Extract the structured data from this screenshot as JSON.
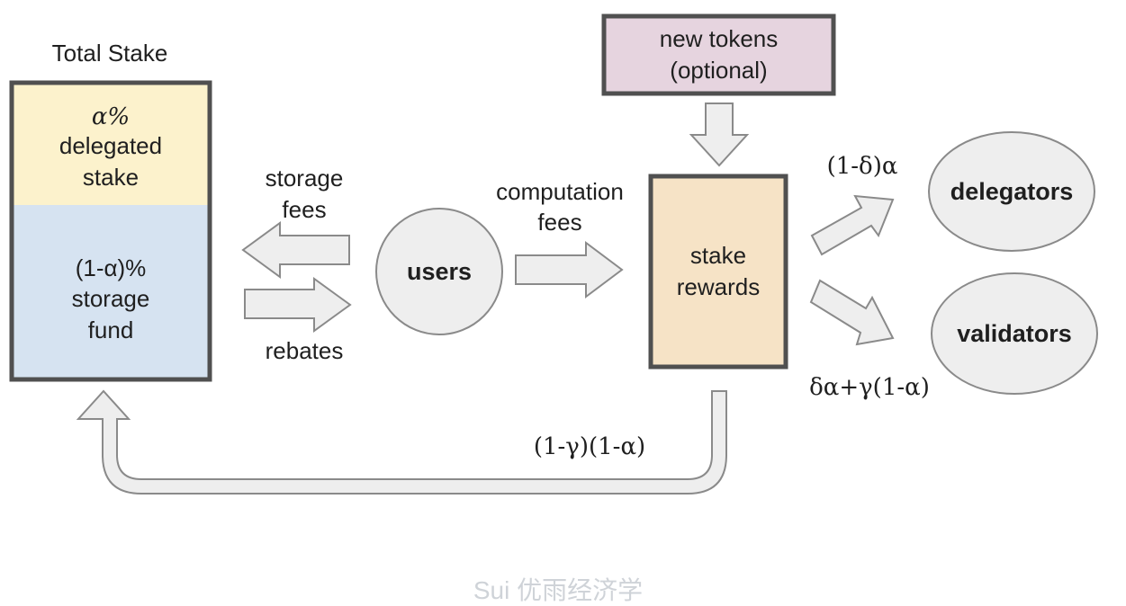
{
  "title": "Total Stake",
  "stake_box": {
    "delegated_line1": "α%",
    "delegated_line2": "delegated",
    "delegated_line3": "stake",
    "storage_line1": "(1-α)%",
    "storage_line2": "storage",
    "storage_line3": "fund"
  },
  "labels": {
    "storage_fees_line1": "storage",
    "storage_fees_line2": "fees",
    "rebates": "rebates",
    "users": "users",
    "computation_fees_line1": "computation",
    "computation_fees_line2": "fees",
    "new_tokens_line1": "new tokens",
    "new_tokens_line2": "(optional)",
    "stake_rewards_line1": "stake",
    "stake_rewards_line2": "rewards",
    "delegators": "delegators",
    "validators": "validators",
    "delegator_share": "(1-δ)α",
    "validator_share": "δα+γ(1-α)",
    "storage_return": "(1-γ)(1-α)"
  },
  "watermark": "Sui 优雨经济学",
  "colors": {
    "delegated_fill": "#fcf2cc",
    "storage_fill": "#d6e3f1",
    "new_tokens_fill": "#e6d4df",
    "stake_rewards_fill": "#f6e3c6",
    "node_fill": "#eeeeee",
    "arrow_fill": "#eeeeee",
    "border": "#505050"
  }
}
